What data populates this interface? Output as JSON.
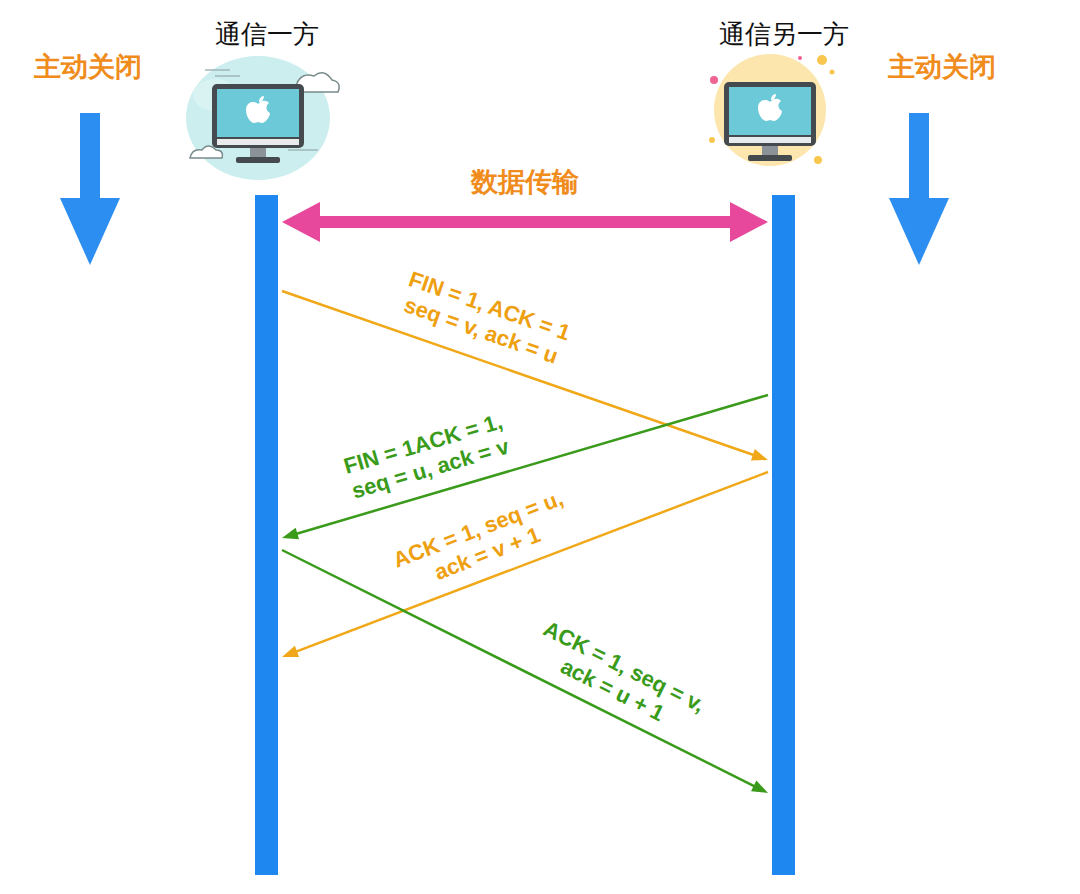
{
  "diagram": {
    "nodes": [
      {
        "text": [
          "通信一方"
        ]
      },
      {
        "text": [
          "通信另一方"
        ]
      }
    ],
    "edges": [
      {
        "from": 0,
        "to": 1,
        "arrow": "both",
        "label": "数据传输"
      },
      {
        "from": 0,
        "to": 1,
        "arrow": "to",
        "label": "FIN = 1, ACK = 1 seq = v, ack = u"
      },
      {
        "from": 1,
        "to": 0,
        "arrow": "to",
        "label": "FIN = 1ACK = 1, seq = u, ack = v"
      },
      {
        "from": 1,
        "to": 0,
        "arrow": "to",
        "label": "ACK = 1, seq = u, ack = v + 1"
      },
      {
        "from": 0,
        "to": 1,
        "arrow": "to",
        "label": "ACK = 1, seq = v, ack = u + 1"
      }
    ],
    "labels": [
      "主动关闭",
      "主动关闭"
    ]
  }
}
